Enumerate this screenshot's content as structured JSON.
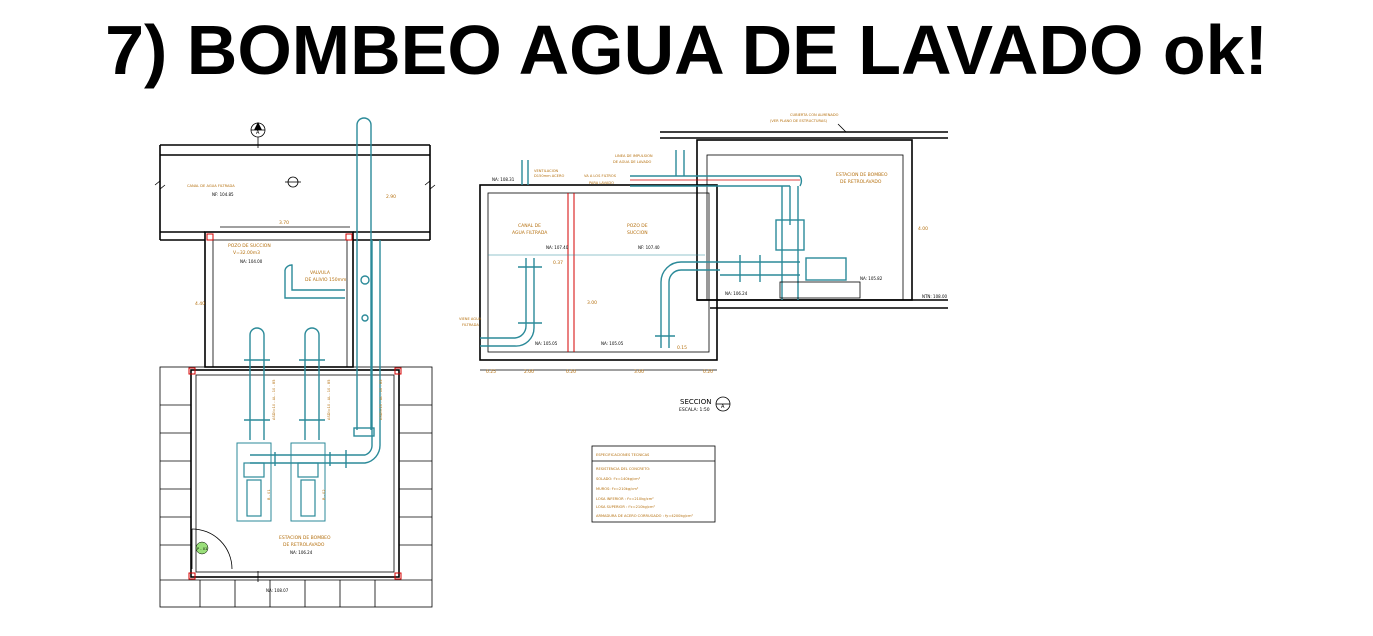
{
  "title": "7) BOMBEO AGUA DE LAVADO ok!",
  "plan": {
    "canal_label": "CANAL DE AGUA FILTRADA",
    "canal_level": "NF: 104.85",
    "canal_dim": "3.70",
    "right_dim": "2.90",
    "pozo_label_1": "POZO DE SUCCION",
    "pozo_label_2": "V=32.00m3",
    "pozo_level": "NA: 104.00",
    "left_dim": "4.40",
    "valve_label_1": "VALVULA",
    "valve_label_2": "DE ALIVIO 150mm",
    "pipe_label_1": "ASDI=10 - AL - 10 - 85",
    "pipe_label_2": "ASDI=10 - AL - 10 - 85",
    "pipe_label_3": "ASDI=10 - AL - 10 - 85",
    "pump_label": "B - 01",
    "pump_label_2": "B - 02",
    "station_label_1": "ESTACION DE BOMBEO",
    "station_label_2": "DE RETROLAVADO",
    "station_level": "NA: 106.24",
    "door_label": "P - 01",
    "bottom_level": "NA: 108.07"
  },
  "section": {
    "cubierta_1": "CUBIERTA CON ALMENADO",
    "cubierta_2": "(VER PLANO DE ESTRUCTURAS)",
    "top_level": "NA: 108.31",
    "ventilacion_1": "VENTILACION",
    "ventilacion_2": "D150mm ACERO",
    "impulsion_1": "LINEA DE IMPULSION",
    "impulsion_2": "DE AGUA DE LAVADO",
    "va_filtros_1": "VA A LOS FILTROS",
    "va_filtros_2": "PARA LAVADO",
    "estacion_1": "ESTACION DE BOMBEO",
    "estacion_2": "DE RETROLAVADO",
    "canal_1": "CANAL DE",
    "canal_2": "AGUA FILTRADA",
    "pozo_1": "POZO DE",
    "pozo_2": "SUCCION",
    "nf_left": "NA: 107.40",
    "nf_right": "NF: 107.40",
    "dim_037": "0.37",
    "dim_300": "3.00",
    "dim_400": "4.00",
    "viene_1": "VIENE AGUA",
    "viene_2": "FILTRADA",
    "nf_bottom_left": "NA: 105.05",
    "nf_bottom_right": "NA: 105.05",
    "dim_015": "0.15",
    "floor_level": "NA: 106.24",
    "outside_level": "NA: 105.82",
    "ground_level": "NTN: 108.00",
    "dims_bottom": [
      "0.25",
      "2.00",
      "0.20",
      "3.00",
      "0.20"
    ],
    "seccion_title": "SECCION",
    "seccion_mark": "A",
    "seccion_scale": "ESCALA: 1:50"
  },
  "specs": {
    "heading": "ESPECIFICACIONES TECNICAS",
    "line1": "RESISTENCIA DEL CONCRETO:",
    "line2": "SOLADO: f'c=140kg/cm²",
    "line3": "MUROS: f'c=210kg/cm²",
    "line4": "LOSA INFERIOR : f'c=210kg/cm²",
    "line5": "LOSA SUPERIOR : f'c=210kg/cm²",
    "line6": "ARMADURA DE ACERO CORRUGADO : fy=4200kg/cm²"
  },
  "section_marker_plan": "A",
  "colors": {
    "pipe": "#2b8a99",
    "label": "#b5700f",
    "red": "#d40000",
    "wall": "#000000"
  }
}
